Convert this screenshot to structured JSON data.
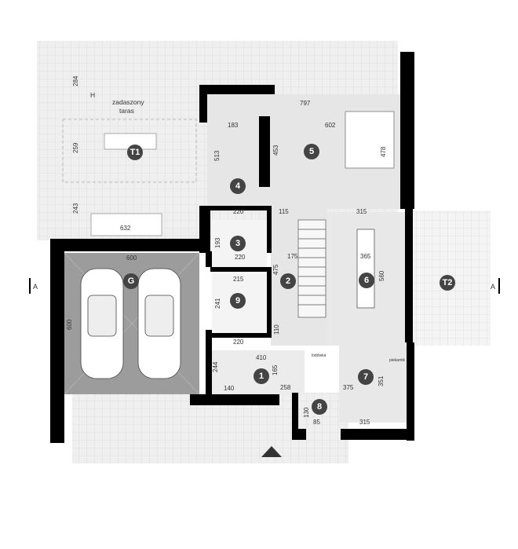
{
  "terrace": {
    "label_line1": "zadaszony",
    "label_line2": "taras",
    "h_mark": "H"
  },
  "rooms": {
    "r1": "1",
    "r2": "2",
    "r3": "3",
    "r4": "4",
    "r5": "5",
    "r6": "6",
    "r7": "7",
    "r8": "8",
    "r9": "9",
    "g": "G",
    "t1": "T1",
    "t2": "T2"
  },
  "section": {
    "left": "A",
    "right": "A"
  },
  "appliances": {
    "fridge": "lodówka",
    "oven": "piekarnik"
  },
  "dims": {
    "d284": "284",
    "d259": "259",
    "d243": "243",
    "d632": "632",
    "d797": "797",
    "d183": "183",
    "d602": "602",
    "d513": "513",
    "d453": "453",
    "d478": "478",
    "d220a": "220",
    "d115": "115",
    "d315a": "315",
    "d193": "193",
    "d220b": "220",
    "d175": "175",
    "d475": "475",
    "d365": "365",
    "d560": "560",
    "d600a": "600",
    "d600b": "600",
    "d215": "215",
    "d241": "241",
    "d110": "110",
    "d220c": "220",
    "d410": "410",
    "d244": "244",
    "d165": "165",
    "d140": "140",
    "d258": "258",
    "d375": "375",
    "d351": "351",
    "d130": "130",
    "d85": "85",
    "d315b": "315"
  }
}
